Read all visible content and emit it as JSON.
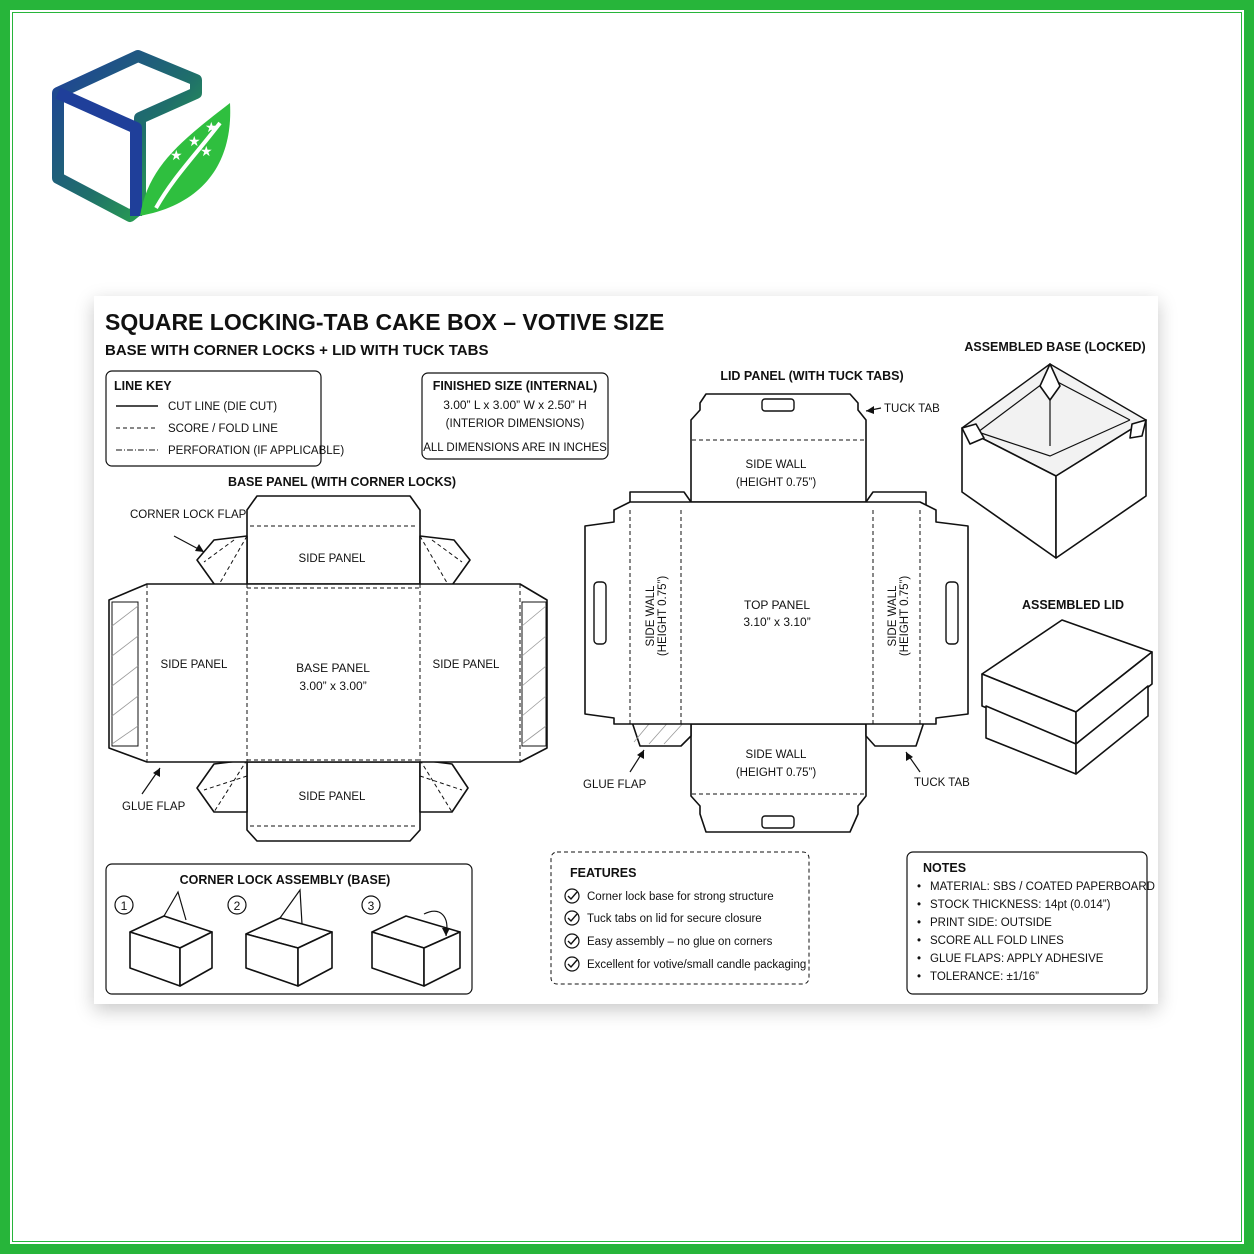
{
  "colors": {
    "frame": "#27b53a",
    "logo_blue": "#1f3f9a",
    "logo_green": "#2fbf3f",
    "ink": "#111111"
  },
  "logo": {
    "icon": "cube-leaf-logo"
  },
  "header": {
    "title": "SQUARE LOCKING-TAB CAKE BOX – VOTIVE SIZE",
    "subtitle": "BASE WITH CORNER LOCKS + LID WITH TUCK TABS"
  },
  "line_key": {
    "title": "LINE KEY",
    "items": [
      "CUT LINE (DIE CUT)",
      "SCORE / FOLD LINE",
      "PERFORATION (IF APPLICABLE)"
    ]
  },
  "finished_size": {
    "title": "FINISHED SIZE (INTERNAL)",
    "dims": "3.00” L  x  3.00” W  x  2.50” H",
    "note": "(INTERIOR DIMENSIONS)",
    "units": "ALL DIMENSIONS ARE IN INCHES"
  },
  "base_panel": {
    "title": "BASE PANEL (WITH CORNER LOCKS)",
    "corner_lock_label": "CORNER LOCK FLAP",
    "side_panel_top": "SIDE PANEL",
    "side_panel_bottom": "SIDE PANEL",
    "side_left": "SIDE PANEL",
    "side_right": "SIDE PANEL",
    "center_title": "BASE PANEL",
    "center_dims": "3.00” x 3.00”",
    "glue_flap": "GLUE FLAP"
  },
  "lid_panel": {
    "title": "LID PANEL (WITH TUCK TABS)",
    "tuck_tab_top": "TUCK TAB",
    "tuck_tab_bottom": "TUCK TAB",
    "side_wall_top": "SIDE WALL",
    "side_wall_top_h": "(HEIGHT 0.75”)",
    "side_wall_bottom": "SIDE WALL",
    "side_wall_bottom_h": "(HEIGHT 0.75”)",
    "side_wall_left": "SIDE WALL",
    "side_wall_left_h": "(HEIGHT 0.75”)",
    "side_wall_right": "SIDE WALL",
    "side_wall_right_h": "(HEIGHT 0.75”)",
    "center_title": "TOP PANEL",
    "center_dims": "3.10” x 3.10”",
    "glue_flap": "GLUE FLAP"
  },
  "assembled_base": {
    "title": "ASSEMBLED BASE (LOCKED)"
  },
  "assembled_lid": {
    "title": "ASSEMBLED LID"
  },
  "corner_lock_assembly": {
    "title": "CORNER LOCK ASSEMBLY (BASE)",
    "steps": [
      "1",
      "2",
      "3"
    ]
  },
  "features": {
    "title": "FEATURES",
    "items": [
      "Corner lock base for strong structure",
      "Tuck tabs on lid for secure closure",
      "Easy assembly – no glue on corners",
      "Excellent for votive/small candle packaging"
    ]
  },
  "notes": {
    "title": "NOTES",
    "items": [
      "MATERIAL: SBS / COATED PAPERBOARD",
      "STOCK THICKNESS: 14pt (0.014”)",
      "PRINT SIDE: OUTSIDE",
      "SCORE ALL FOLD LINES",
      "GLUE FLAPS: APPLY ADHESIVE",
      "TOLERANCE: ±1/16”"
    ]
  }
}
